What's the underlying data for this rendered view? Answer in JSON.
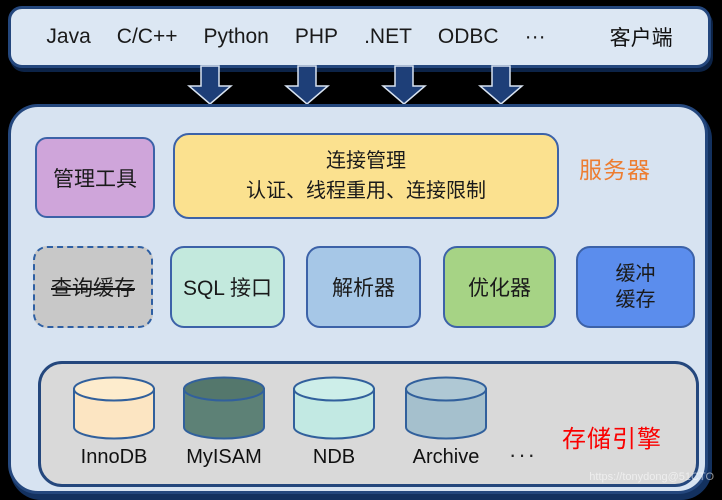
{
  "client": {
    "languages": [
      "Java",
      "C/C++",
      "Python",
      "PHP",
      ".NET",
      "ODBC",
      "···"
    ],
    "label": "客户端"
  },
  "server": {
    "label": "服务器",
    "label_color": "#ed7d31",
    "admin_tool": "管理工具",
    "connection": {
      "title": "连接管理",
      "subtitle": "认证、线程重用、连接限制"
    },
    "components": {
      "query_cache": "查询缓存",
      "sql_interface": "SQL 接口",
      "parser": "解析器",
      "optimizer": "优化器",
      "buffer_line1": "缓冲",
      "buffer_line2": "缓存"
    },
    "storage": {
      "label": "存储引擎",
      "label_color": "#fa0000",
      "more": "···",
      "engines": [
        {
          "name": "InnoDB",
          "color": "#fce5c2",
          "top_color": "#fdeccd"
        },
        {
          "name": "MyISAM",
          "color": "#5d8176",
          "top_color": "#54776c"
        },
        {
          "name": "NDB",
          "color": "#c2e9e3",
          "top_color": "#cdeee9"
        },
        {
          "name": "Archive",
          "color": "#a5c0cd",
          "top_color": "#afc8d4"
        }
      ]
    }
  },
  "watermark": "https://tonydong@51CTO",
  "colors": {
    "page_background": "#000000",
    "panel_fill": "#d7e3f1",
    "client_fill": "#dce7f3",
    "border_navy": "#24477d",
    "inner_border": "#3c62a8",
    "admin_fill": "#cfa5da",
    "connection_fill": "#fbe18f",
    "query_cache_fill": "#c8c8c8",
    "sql_interface_fill": "#c3e9dd",
    "parser_fill": "#a6c7e7",
    "optimizer_fill": "#a6d385",
    "buffer_fill": "#5b8ded",
    "storage_fill": "#d9d9d9",
    "arrow_fill": "#1e3f78"
  }
}
